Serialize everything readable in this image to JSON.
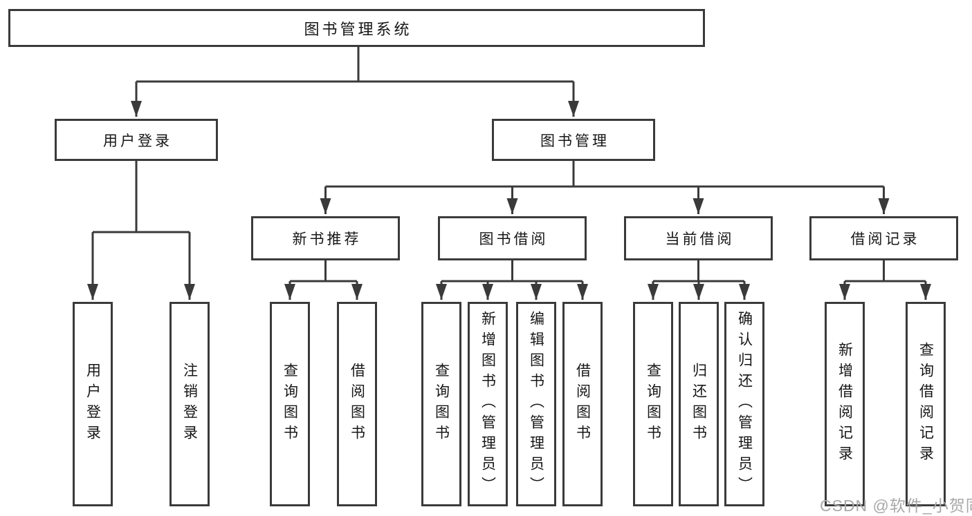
{
  "colors": {
    "line": "#3a3a3a",
    "text": "#161616",
    "boxbg": "#ffffff",
    "bg": "#ffffff",
    "watermark": "#a8a8a8"
  },
  "watermark": {
    "text": "CSDN @软件_小贺同学"
  },
  "tree": {
    "root": {
      "label": "图书管理系统"
    },
    "level2": [
      {
        "label": "用户登录",
        "children": [
          {
            "label": "用户登录"
          },
          {
            "label": "注销登录"
          }
        ]
      },
      {
        "label": "图书管理",
        "children": [
          {
            "label": "新书推荐",
            "children": [
              {
                "label": "查询图书"
              },
              {
                "label": "借阅图书"
              }
            ]
          },
          {
            "label": "图书借阅",
            "children": [
              {
                "label": "查询图书"
              },
              {
                "label": "新增图书（管理员）"
              },
              {
                "label": "编辑图书（管理员）"
              },
              {
                "label": "借阅图书"
              }
            ]
          },
          {
            "label": "当前借阅",
            "children": [
              {
                "label": "查询图书"
              },
              {
                "label": "归还图书"
              },
              {
                "label": "确认归还（管理员）"
              }
            ]
          },
          {
            "label": "借阅记录",
            "children": [
              {
                "label": "新增借阅记录"
              },
              {
                "label": "查询借阅记录"
              }
            ]
          }
        ]
      }
    ]
  }
}
